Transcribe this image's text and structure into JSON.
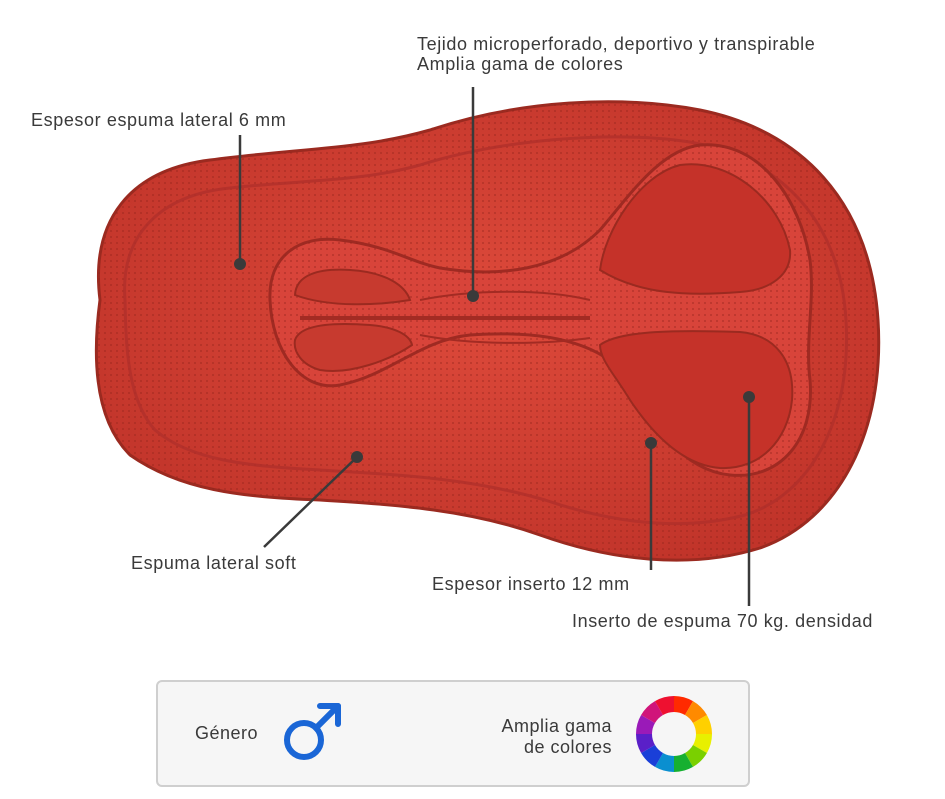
{
  "callouts": {
    "fabric_line1": "Tejido microperforado, deportivo y transpirable",
    "fabric_line2": "Amplia gama de colores",
    "lateral_thickness": "Espesor espuma lateral 6 mm",
    "lateral_soft": "Espuma lateral soft",
    "insert_thickness": "Espesor inserto 12 mm",
    "foam_density": "Inserto de espuma 70 kg. densidad"
  },
  "legend": {
    "gender_label": "Género",
    "gender_icon": "male-symbol-icon",
    "gender_icon_color": "#1a66d6",
    "colors_line1": "Amplia gama",
    "colors_line2": "de colores",
    "colors_icon": "color-wheel-icon"
  },
  "colors": {
    "pad_base": "#d13a2c",
    "pad_dark": "#a82a20",
    "pad_light": "#e3584a",
    "leader_line": "#3a3a3a"
  }
}
